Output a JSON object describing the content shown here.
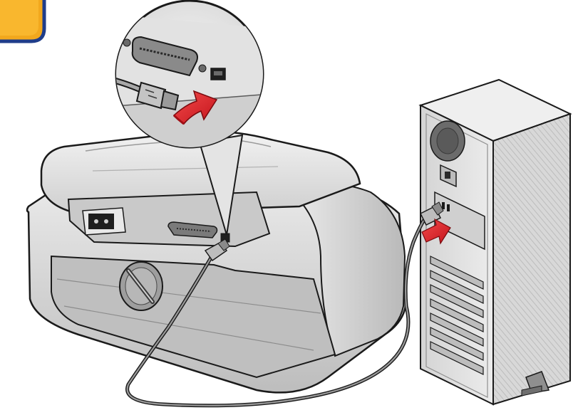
{
  "colors": {
    "badge": "#f2a81d",
    "badge_border": "#1f3d8a",
    "arrow": "#e0202a",
    "outline": "#1a1a1a",
    "printer_light": "#e6e6e6",
    "printer_mid": "#cfcfcf",
    "printer_dark": "#a9a9a9",
    "tower_face": "#dcdcdc",
    "tower_side": "#c4c4c4"
  },
  "icons": [
    "step-badge",
    "printer",
    "computer-tower",
    "usb-cable",
    "red-arrow",
    "magnified-callout"
  ]
}
